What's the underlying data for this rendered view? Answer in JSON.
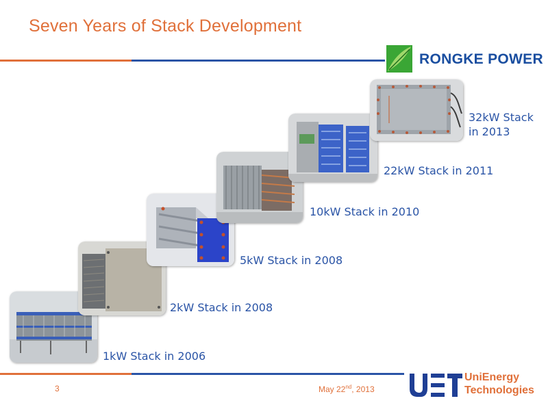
{
  "slide": {
    "title": "Seven Years of Stack Development",
    "page_number": "3",
    "date_main": "May 22",
    "date_suffix": "nd",
    "date_year": ", 2013"
  },
  "logos": {
    "top_right_text": "RONGKE POWER",
    "bottom_right_line1": "UniEnergy",
    "bottom_right_line2": "Technologies"
  },
  "stacks": [
    {
      "caption": "1kW Stack in 2006"
    },
    {
      "caption": "2kW Stack in 2008"
    },
    {
      "caption": "5kW Stack in 2008"
    },
    {
      "caption": "10kW Stack in 2010"
    },
    {
      "caption": "22kW Stack in 2011"
    },
    {
      "caption_line1": "32kW Stack",
      "caption_line2": "in 2013"
    }
  ],
  "colors": {
    "accent_orange": "#e0703a",
    "accent_blue": "#2a54a6",
    "brand_blue": "#1a4ea0",
    "brand_green": "#3aa635"
  }
}
